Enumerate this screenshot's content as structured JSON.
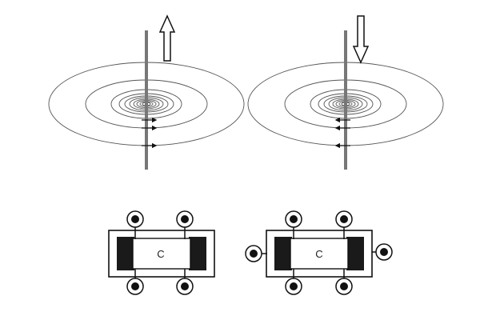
{
  "top_panels": [
    {
      "current_direction": "up"
    },
    {
      "current_direction": "down"
    }
  ],
  "bottom_panels": [
    {
      "component_label": "C"
    },
    {
      "component_label": "C"
    }
  ]
}
